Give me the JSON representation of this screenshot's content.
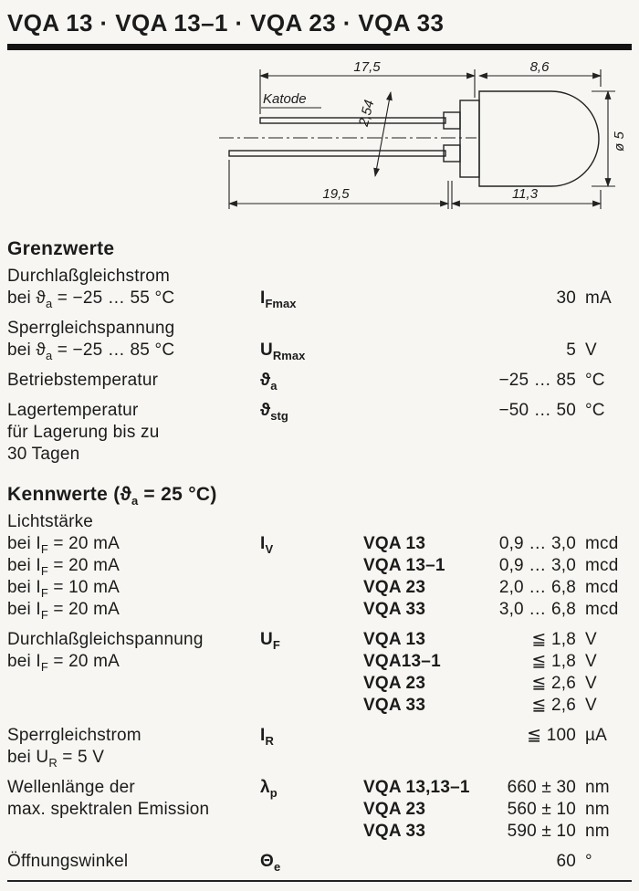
{
  "page": {
    "title": "VQA 13 · VQA 13–1 · VQA 23 · VQA 33"
  },
  "drawing": {
    "cathode_label": "Katode",
    "dim_lead_short": "17,5",
    "dim_body_top": "8,6",
    "dim_pitch": "2,54",
    "dim_diameter": "ø 5",
    "dim_lead_long": "19,5",
    "dim_body_bottom": "11,3"
  },
  "sections": {
    "grenzwerte_heading": "Grenzwerte",
    "kennwerte_heading": "Kennwerte",
    "kennwerte_cond_pre": "(ϑ",
    "kennwerte_cond_sub": "a",
    "kennwerte_cond_post": " = 25 °C)"
  },
  "grenz_lines": [
    {
      "desc_pre": "Durchlaßgleichstrom"
    },
    {
      "desc_pre": "bei ϑ",
      "desc_sub": "a",
      "desc_post": " = −25 … 55 °C",
      "sym": "I",
      "sym_sub": "Fmax",
      "value": "30",
      "unit": "mA"
    },
    {
      "desc_pre": "Sperrgleichspannung",
      "gap": true
    },
    {
      "desc_pre": "bei ϑ",
      "desc_sub": "a",
      "desc_post": " = −25 … 85 °C",
      "sym": "U",
      "sym_sub": "Rmax",
      "value": "5",
      "unit": "V"
    },
    {
      "desc_pre": "Betriebstemperatur",
      "sym": "ϑ",
      "sym_sub": "a",
      "value": "−25 … 85",
      "unit": "°C",
      "gap": true
    },
    {
      "desc_pre": "Lagertemperatur",
      "sym": "ϑ",
      "sym_sub": "stg",
      "value": "−50 … 50",
      "unit": "°C",
      "gap": true
    },
    {
      "desc_pre": "für Lagerung bis zu"
    },
    {
      "desc_pre": "30 Tagen"
    }
  ],
  "kenn_lines": [
    {
      "desc_pre": "Lichtstärke"
    },
    {
      "desc_pre": "bei I",
      "desc_sub": "F",
      "desc_post": " = 20 mA",
      "sym": "I",
      "sym_sub": "V",
      "type": "VQA 13",
      "value": "0,9 … 3,0",
      "unit": "mcd"
    },
    {
      "desc_pre": "bei I",
      "desc_sub": "F",
      "desc_post": " = 20 mA",
      "type": "VQA 13–1",
      "value": "0,9 … 3,0",
      "unit": "mcd"
    },
    {
      "desc_pre": "bei I",
      "desc_sub": "F",
      "desc_post": " = 10 mA",
      "type": "VQA 23",
      "value": "2,0 … 6,8",
      "unit": "mcd"
    },
    {
      "desc_pre": "bei I",
      "desc_sub": "F",
      "desc_post": " = 20 mA",
      "type": "VQA 33",
      "value": "3,0 … 6,8",
      "unit": "mcd"
    },
    {
      "desc_pre": "Durchlaßgleichspannung",
      "sym": "U",
      "sym_sub": "F",
      "type": "VQA 13",
      "value": "≦ 1,8",
      "unit": "V",
      "gap": true
    },
    {
      "desc_pre": "bei I",
      "desc_sub": "F",
      "desc_post": " = 20 mA",
      "type": "VQA13–1",
      "value": "≦ 1,8",
      "unit": "V"
    },
    {
      "type": "VQA 23",
      "value": "≦ 2,6",
      "unit": "V"
    },
    {
      "type": "VQA 33",
      "value": "≦ 2,6",
      "unit": "V"
    },
    {
      "desc_pre": "Sperrgleichstrom",
      "sym": "I",
      "sym_sub": "R",
      "value": "≦ 100",
      "unit": "µA",
      "gap": true
    },
    {
      "desc_pre": "bei U",
      "desc_sub": "R",
      "desc_post": " = 5 V"
    },
    {
      "desc_pre": "Wellenlänge der",
      "sym": "λ",
      "sym_sub": "p",
      "type": "VQA 13,13–1",
      "value": "660 ± 30",
      "unit": "nm",
      "gap": true
    },
    {
      "desc_pre": "max. spektralen Emission",
      "type": "VQA 23",
      "value": "560 ± 10",
      "unit": "nm"
    },
    {
      "type": "VQA 33",
      "value": "590 ± 10",
      "unit": "nm"
    },
    {
      "desc_pre": "Öffnungswinkel",
      "sym": "Θ",
      "sym_sub": "e",
      "value": "60",
      "unit": "°",
      "gap": true
    }
  ]
}
